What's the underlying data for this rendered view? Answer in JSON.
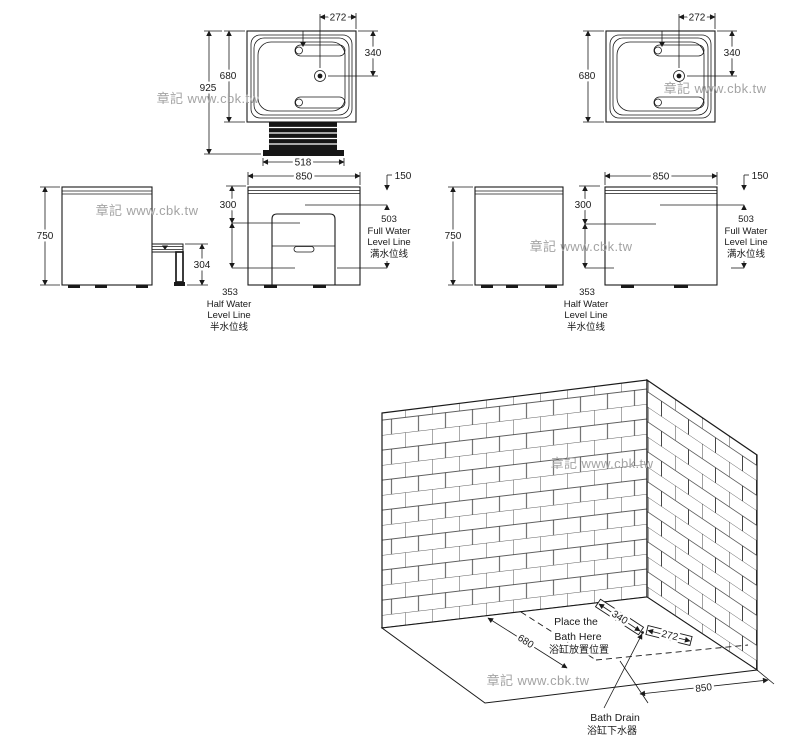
{
  "watermark": "章記 www.cbk.tw",
  "plan_left": {
    "drain_offset_x": "272",
    "drain_offset_y": "340",
    "basin_length": "680",
    "total_length": "925",
    "step_width": "518"
  },
  "plan_right": {
    "drain_offset_x": "272",
    "drain_offset_y": "340",
    "basin_length": "680"
  },
  "side_left": {
    "height": "750",
    "step_height": "304"
  },
  "side_right": {
    "height": "750"
  },
  "front_left": {
    "width": "850",
    "rim_to_full": "150",
    "rim_to_half": "300",
    "full_depth": "503",
    "half_depth": "353"
  },
  "front_right": {
    "width": "850",
    "rim_to_full": "150",
    "rim_to_half": "300",
    "full_depth": "503",
    "half_depth": "353"
  },
  "water": {
    "full_1": "Full Water",
    "full_2": "Level Line",
    "full_zh": "满水位线",
    "half_1": "Half Water",
    "half_2": "Level Line",
    "half_zh": "半水位线"
  },
  "iso": {
    "depth": "680",
    "drain_back": "340",
    "drain_side": "272",
    "width": "850",
    "place_1": "Place the",
    "place_2": "Bath Here",
    "place_zh": "浴缸放置位置",
    "drain_1": "Bath Drain",
    "drain_zh": "浴缸下水器"
  }
}
